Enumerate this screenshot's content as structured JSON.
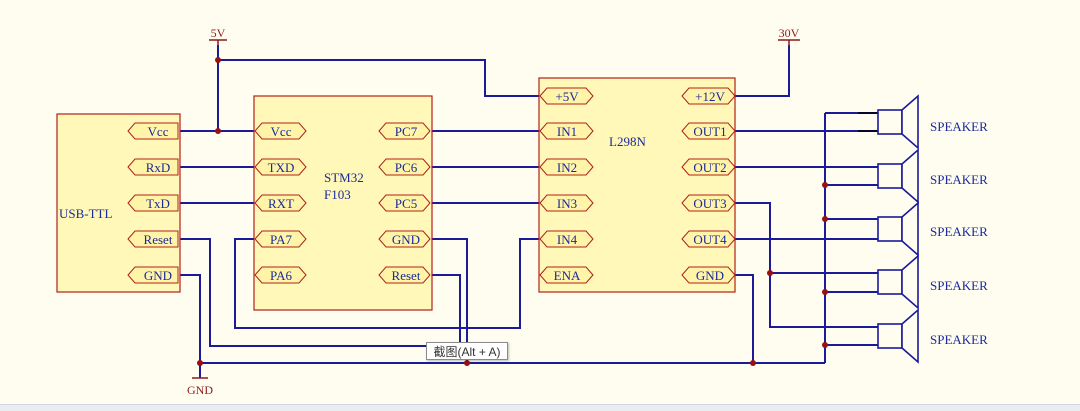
{
  "colors": {
    "background": "#fffdf0",
    "wire": "#1a1a9a",
    "component_fill": "#fff8b8",
    "component_border": "#b0201a",
    "pin_fill": "#fff4a8",
    "text": "#1b2a9a",
    "power_text": "#8b1a1a",
    "junction": "#9a1010",
    "speaker_wire": "#000000"
  },
  "power": {
    "v5": "5V",
    "v30": "30V",
    "gnd": "GND"
  },
  "usb_ttl": {
    "label": "USB-TTL",
    "pins": [
      "Vcc",
      "RxD",
      "TxD",
      "Reset",
      "GND"
    ]
  },
  "stm32": {
    "label_line1": "STM32",
    "label_line2": "F103",
    "left_pins": [
      "Vcc",
      "TXD",
      "RXT",
      "PA7",
      "PA6"
    ],
    "right_pins": [
      "PC7",
      "PC6",
      "PC5",
      "GND",
      "Reset"
    ]
  },
  "l298n": {
    "label": "L298N",
    "left_pins": [
      "+5V",
      "IN1",
      "IN2",
      "IN3",
      "IN4",
      "ENA"
    ],
    "right_pins": [
      "+12V",
      "OUT1",
      "OUT2",
      "OUT3",
      "OUT4",
      "GND"
    ]
  },
  "speakers": [
    "SPEAKER",
    "SPEAKER",
    "SPEAKER",
    "SPEAKER",
    "SPEAKER"
  ],
  "tooltip": "截图(Alt + A)"
}
